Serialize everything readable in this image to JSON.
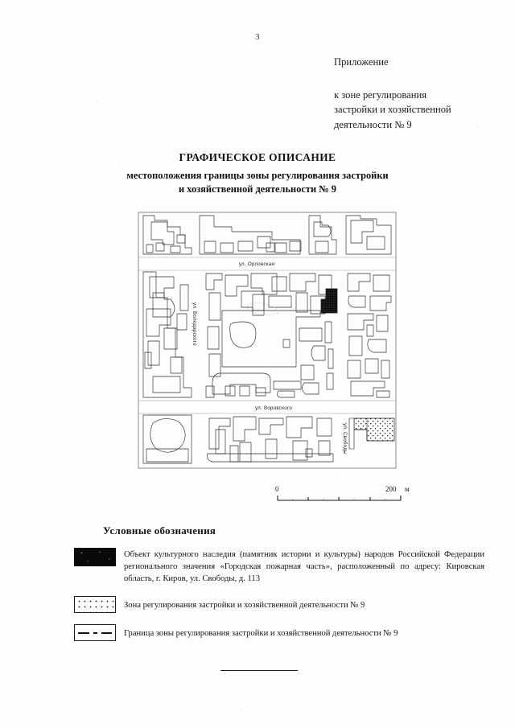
{
  "page": {
    "number": "3",
    "language": "ru"
  },
  "header": {
    "appendix_word": "Приложение",
    "appendix_reference": "к зоне регулирования\nзастройки и хозяйственной\nдеятельности № 9"
  },
  "title": {
    "main": "ГРАФИЧЕСКОЕ ОПИСАНИЕ",
    "subtitle": "местоположения границы зоны регулирования застройки\nи хозяйственной деятельности № 9"
  },
  "map": {
    "streets": [
      {
        "name": "ул. Орловская",
        "orientation": "horizontal",
        "position": "top"
      },
      {
        "name": "ул. Володарского",
        "orientation": "vertical",
        "position": "left"
      },
      {
        "name": "ул. Воровского",
        "orientation": "horizontal",
        "position": "bottom"
      },
      {
        "name": "ул. Свободы",
        "orientation": "vertical",
        "position": "right"
      }
    ],
    "heritage_marker_label": "heritage-object-marker",
    "zone_area_label": "regulation-zone-area"
  },
  "scale_bar": {
    "start_label": "0",
    "end_label": "200",
    "unit": "м",
    "ticks": 5
  },
  "legend": {
    "heading": "Условные обозначения",
    "items": [
      {
        "symbol": "heritage",
        "text": "Объект культурного наследия (памятник истории и культуры) народов Российской Федерации регионального значения «Городская пожарная часть», расположенный по адресу: Кировская область, г. Киров, ул. Свободы, д. 113"
      },
      {
        "symbol": "zone",
        "text": "Зона регулирования застройки и хозяйственной деятельности № 9"
      },
      {
        "symbol": "boundary",
        "text": "Граница зоны регулирования застройки и хозяйственной деятельности № 9"
      }
    ]
  },
  "colors": {
    "ink": "#141414",
    "paper": "#ffffff",
    "heritage_fill": "#0a0a0a",
    "zone_dot": "#1f1f1f"
  }
}
